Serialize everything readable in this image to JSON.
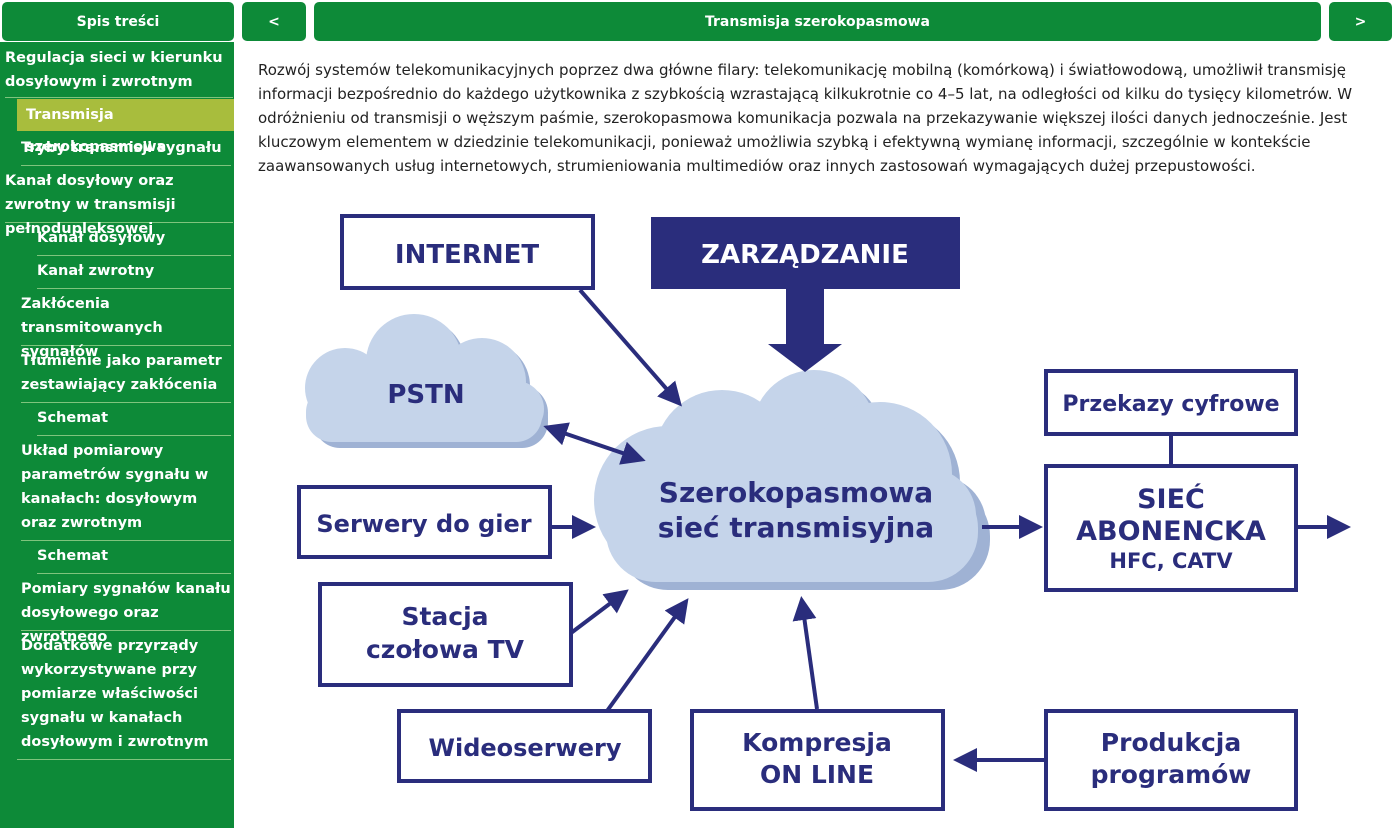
{
  "header": {
    "toc_title": "Spis treści",
    "prev_label": "<",
    "title": "Transmisja szerokopasmowa",
    "next_label": ">"
  },
  "sidebar": {
    "items": [
      {
        "label": "Regulacja sieci w kierunku dosyłowym i zwrotnym"
      },
      {
        "label": "Transmisja szerokopasmowa",
        "active": true
      },
      {
        "label": "Tryby transmisji sygnału"
      },
      {
        "label": "Kanał dosyłowy oraz zwrotny w transmisji pełnodupleksowej"
      },
      {
        "label": "Kanał dosyłowy"
      },
      {
        "label": "Kanał zwrotny"
      },
      {
        "label": "Zakłócenia transmitowanych sygnałów"
      },
      {
        "label": "Tłumienie jako parametr zestawiający zakłócenia"
      },
      {
        "label": "Schemat"
      },
      {
        "label": "Układ pomiarowy parametrów sygnału w kanałach: dosyłowym oraz zwrotnym"
      },
      {
        "label": "Schemat"
      },
      {
        "label": "Pomiary sygnałów kanału dosyłowego oraz zwrotnego"
      },
      {
        "label": "Dodatkowe przyrządy wykorzystywane przy pomiarze właściwości sygnału w kanałach dosyłowym i zwrotnym"
      }
    ]
  },
  "content": {
    "intro": "Rozwój systemów telekomunikacyjnych poprzez dwa główne filary: telekomunikację mobilną (komórkową) i światłowodową, umożliwił transmisję informacji bezpośrednio do każdego użytkownika z szybkością wzrastającą kilkukrotnie co 4–5 lat, na odległości od kilku do tysięcy kilometrów. W odróżnieniu od transmisji o węższym paśmie, szerokopasmowa komunikacja pozwala na przekazywanie większej ilości danych jednocześnie. Jest kluczowym elementem w dziedzinie telekomunikacji, ponieważ umożliwia szybką i efektywną wymianę informacji, szczególnie w kontekście zaawansowanych usług internetowych, strumieniowania multimediów oraz innych zastosowań wymagających dużej przepustowości."
  },
  "diagram": {
    "internet": "INTERNET",
    "zarzadzanie": "ZARZĄDZANIE",
    "pstn": "PSTN",
    "przekazy": "Przekazy cyfrowe",
    "cloud_line1": "Szerokopasmowa",
    "cloud_line2": "sieć transmisyjna",
    "serwery": "Serwery do gier",
    "stacja_line1": "Stacja",
    "stacja_line2": "czołowa TV",
    "siec_line1": "SIEĆ",
    "siec_line2": "ABONENCKA",
    "siec_line3": "HFC, CATV",
    "wideo": "Wideoserwery",
    "kompresja_line1": "Kompresja",
    "kompresja_line2": "ON LINE",
    "produkcja_line1": "Produkcja",
    "produkcja_line2": "programów"
  },
  "colors": {
    "green": "#0d8a38",
    "active": "#a8bd3d",
    "navy": "#2a2d7c",
    "cloud": "#c5d4ea"
  }
}
